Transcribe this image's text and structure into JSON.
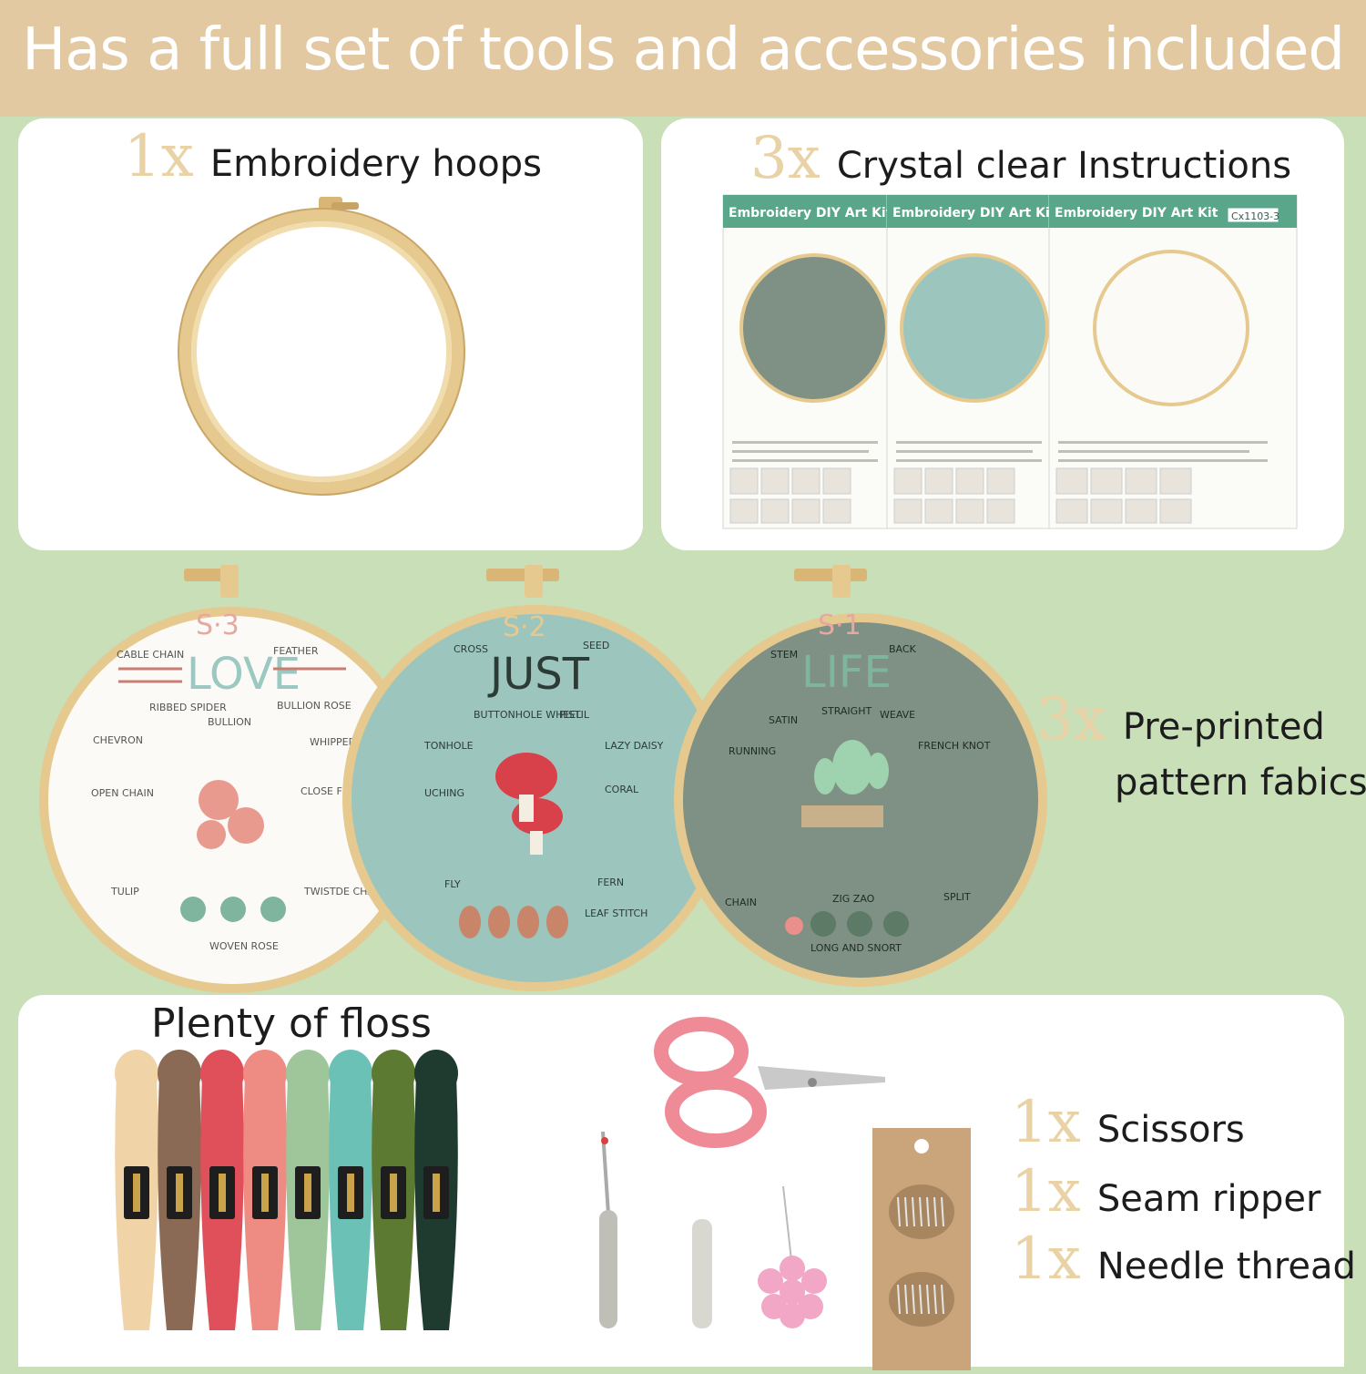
{
  "banner": {
    "title": "Has a full set of tools and accessories included"
  },
  "hoops_panel": {
    "qty": "1x",
    "label": "Embroidery hoops"
  },
  "instructions_panel": {
    "qty": "3x",
    "label": "Crystal clear Instructions",
    "sheets": [
      {
        "header": "Embroidery DIY Art Kit",
        "code": ""
      },
      {
        "header": "Embroidery DIY Art Kit",
        "code": ""
      },
      {
        "header": "Embroidery DIY Art Kit",
        "code": "Cx1103-3"
      }
    ]
  },
  "fabrics": {
    "qty": "3x",
    "label_line1": "Pre-printed",
    "label_line2": "pattern fabics",
    "hoops": [
      {
        "tag": "S·3",
        "word": "LOVE",
        "fabric_color": "#fbfaf6",
        "stitches": [
          "CABLE CHAIN",
          "FEATHER",
          "RIBBED SPIDER",
          "BULLION",
          "BULLION ROSE",
          "CHEVRON",
          "WHIPPED BACK",
          "OPEN CHAIN",
          "CLOSE FEATHER",
          "TULIP",
          "TWISTDE CHAIN",
          "WOVEN ROSE"
        ]
      },
      {
        "tag": "S·2",
        "word": "JUST",
        "fabric_color": "#9cc6bd",
        "stitches": [
          "CROSS",
          "SEED",
          "BUTTONHOLE WHEEL",
          "PISTIL",
          "TONHOLE",
          "LAZY DAISY",
          "CORAL",
          "UCHING",
          "FLY",
          "FERN",
          "LEAF STITCH"
        ]
      },
      {
        "tag": "S·1",
        "word": "LIFE",
        "fabric_color": "#7f9184",
        "stitches": [
          "STEM",
          "BACK",
          "STRAIGHT",
          "SATIN",
          "WEAVE",
          "RUNNING",
          "FRENCH KNOT",
          "CHAIN",
          "ZIG ZAO",
          "SPLIT",
          "LONG AND SNORT"
        ]
      }
    ]
  },
  "tools_panel": {
    "floss_title": "Plenty of floss",
    "floss_colors": [
      "#f1d3a8",
      "#8b6a55",
      "#e0505a",
      "#ee8c84",
      "#9fc59a",
      "#6cc1b6",
      "#5d7a32",
      "#1f3a2e"
    ],
    "items": [
      {
        "qty": "1x",
        "label": "Scissors"
      },
      {
        "qty": "1x",
        "label": "Seam ripper"
      },
      {
        "qty": "1x",
        "label": "Needle thread"
      }
    ]
  },
  "colors": {
    "background": "#c8dfb8",
    "banner": "#e3c9a2",
    "qty_text": "#e8d2a6",
    "hoop_wood": "#e6c98e",
    "sheet_header": "#5aa68a"
  }
}
